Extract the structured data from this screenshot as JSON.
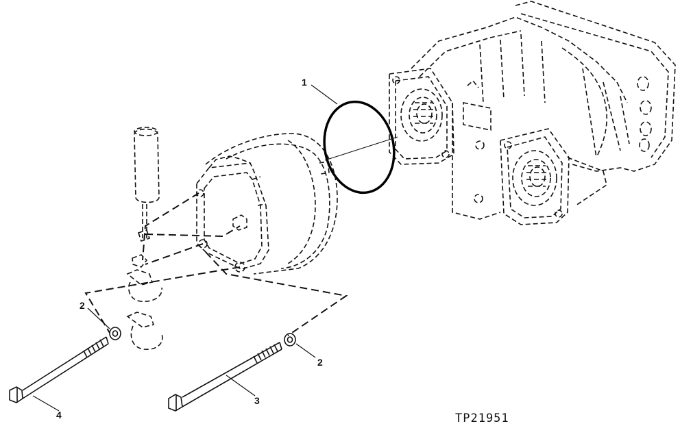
{
  "callouts": {
    "c1": "1",
    "c2a": "2",
    "c2b": "2",
    "c3": "3",
    "c4": "4"
  },
  "figure_id": "TP21951"
}
